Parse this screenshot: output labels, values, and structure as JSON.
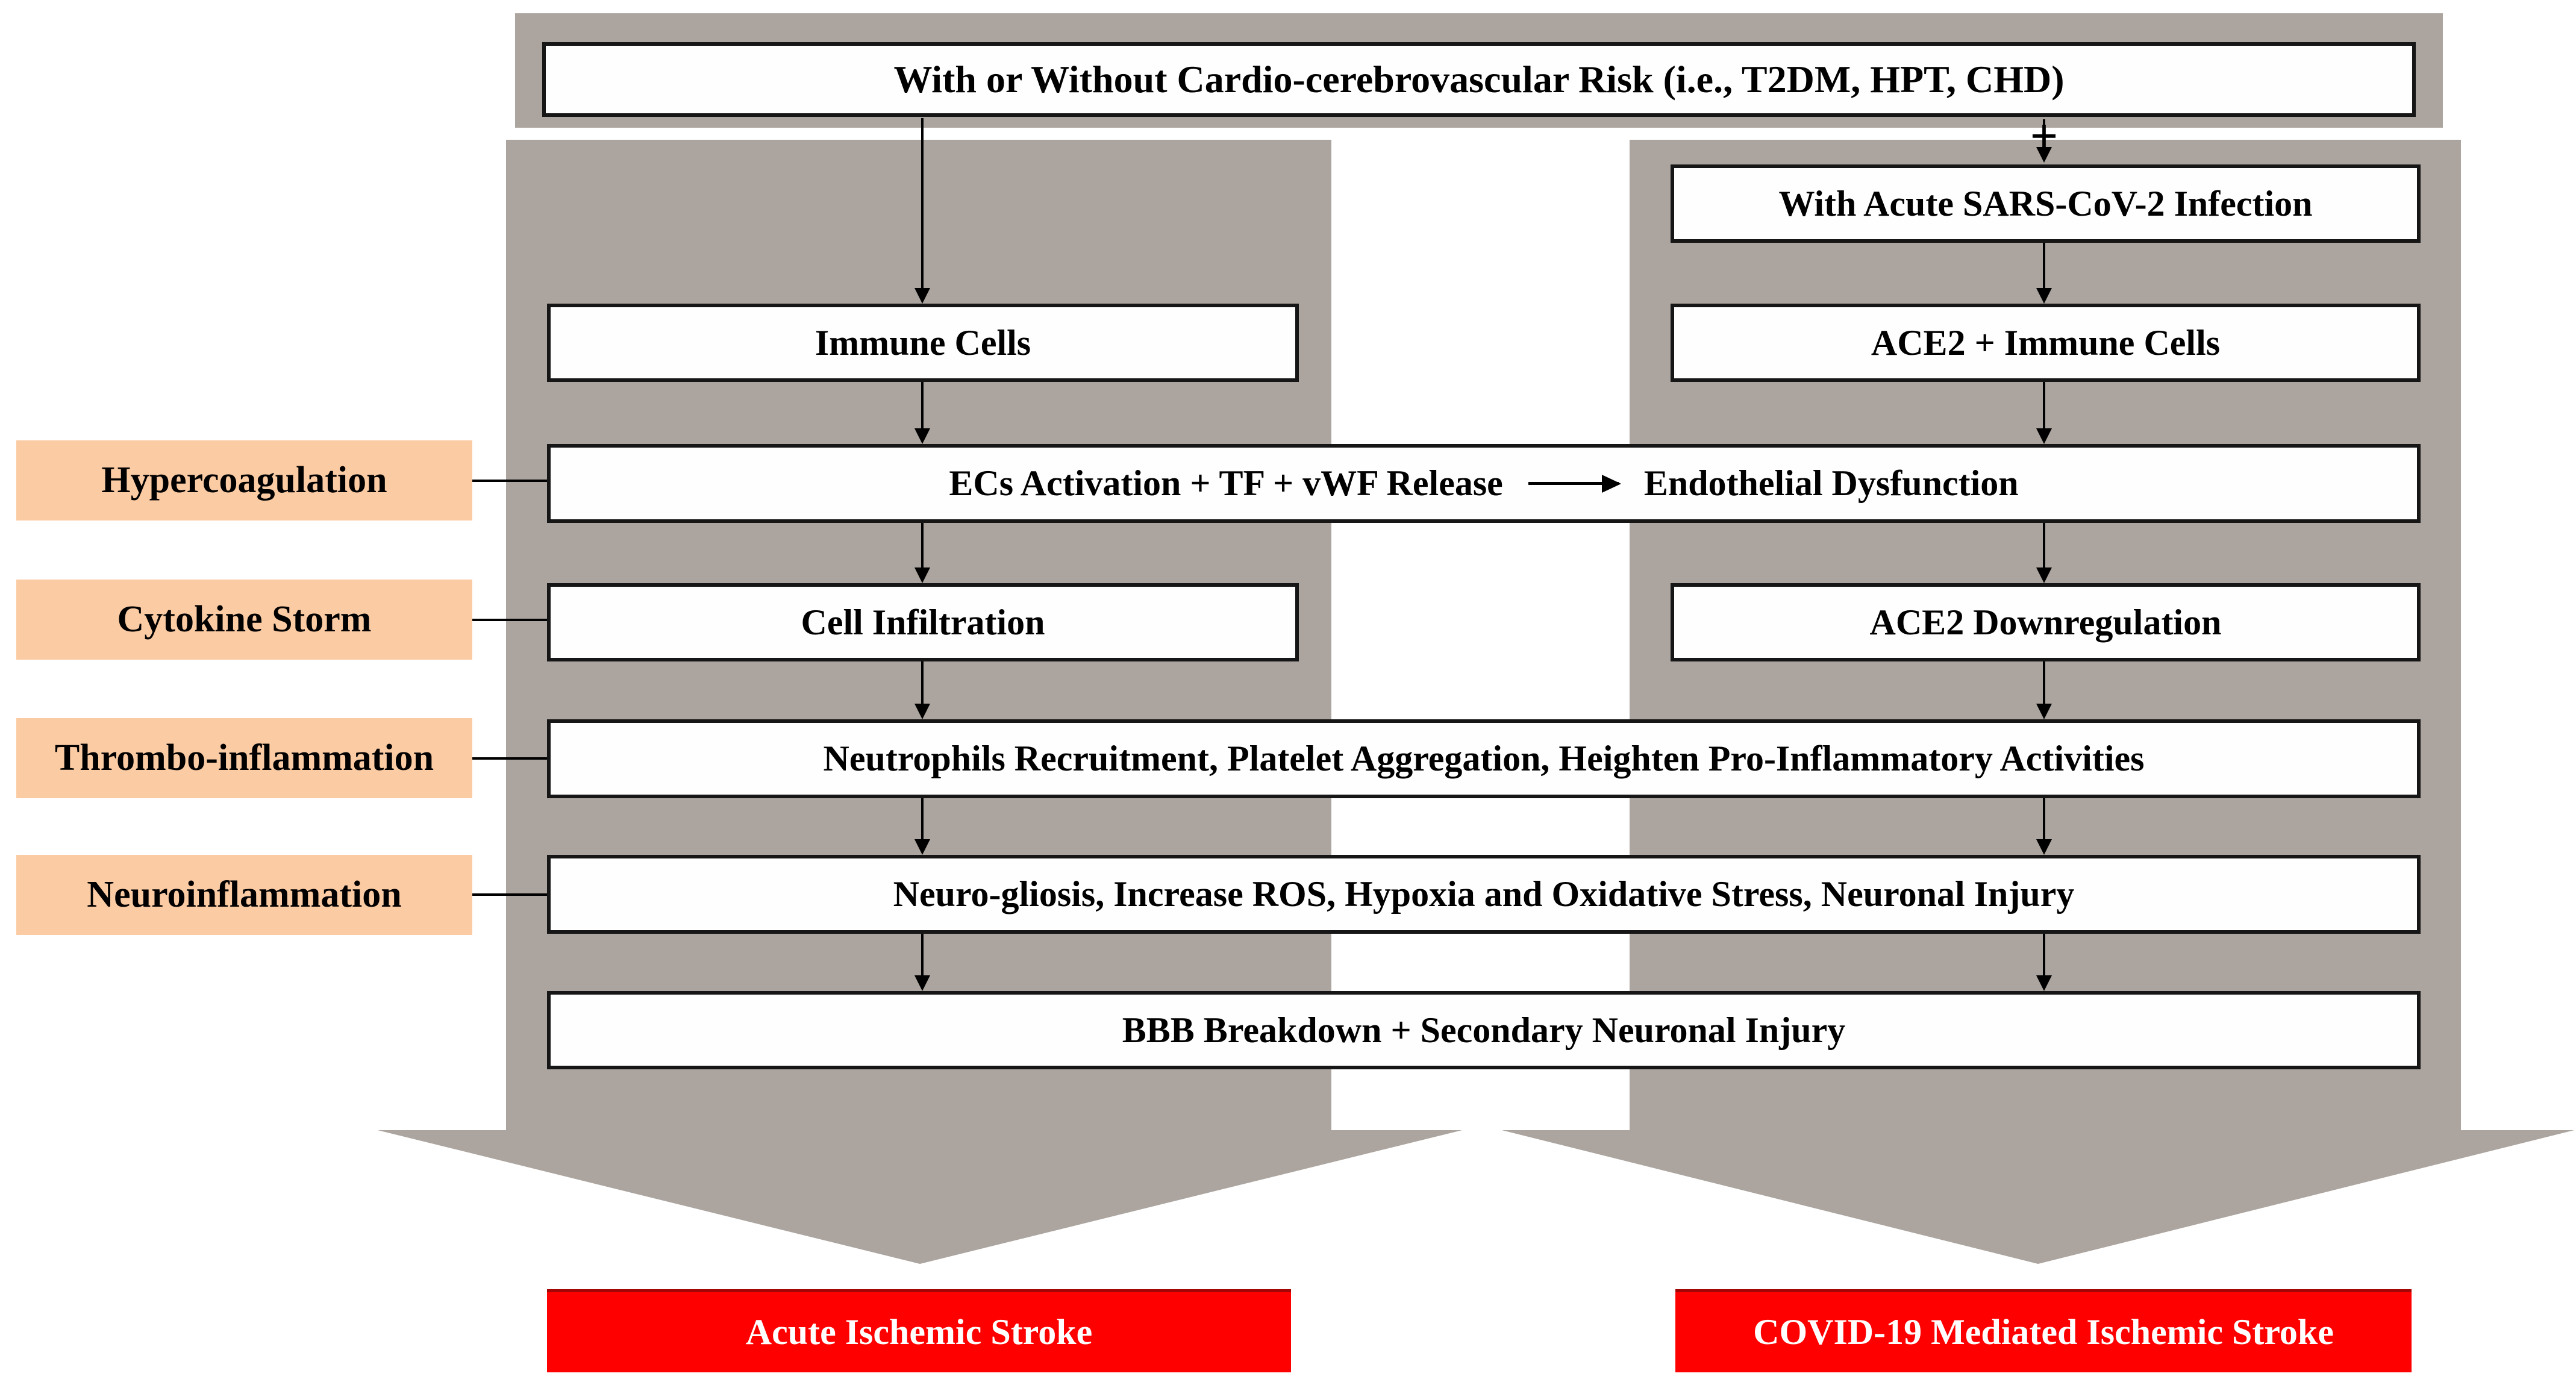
{
  "colors": {
    "gray": "#aca59f",
    "peach": "#fbcba4",
    "red": "#fe0000",
    "box_border": "#161616",
    "box_bg": "#fefefe",
    "outcome_text": "#ffffff",
    "text": "#000000"
  },
  "top": {
    "risk_box": "With or Without Cardio-cerebrovascular Risk (i.e., T2DM, HPT, CHD)",
    "plus_sign": "+"
  },
  "right_pathway": {
    "infection": "With Acute SARS-CoV-2 Infection",
    "ace2_immune": "ACE2 + Immune Cells",
    "ace2_down": "ACE2 Downregulation",
    "outcome": "COVID-19 Mediated Ischemic Stroke"
  },
  "left_pathway": {
    "immune": "Immune Cells",
    "cell_infiltration": "Cell Infiltration",
    "outcome": "Acute Ischemic Stroke"
  },
  "shared_pathway": {
    "ecs_activation": "ECs Activation + TF + vWF Release",
    "endothelial": "Endothelial Dysfunction",
    "neutrophils": "Neutrophils Recruitment, Platelet Aggregation, Heighten Pro-Inflammatory Activities",
    "neuro_gliosis": "Neuro-gliosis, Increase ROS, Hypoxia and Oxidative Stress, Neuronal Injury",
    "bbb": "BBB Breakdown + Secondary Neuronal Injury"
  },
  "side_labels": [
    {
      "label": "Hypercoagulation"
    },
    {
      "label": "Cytokine Storm"
    },
    {
      "label": "Thrombo-inflammation"
    },
    {
      "label": "Neuroinflammation"
    }
  ]
}
